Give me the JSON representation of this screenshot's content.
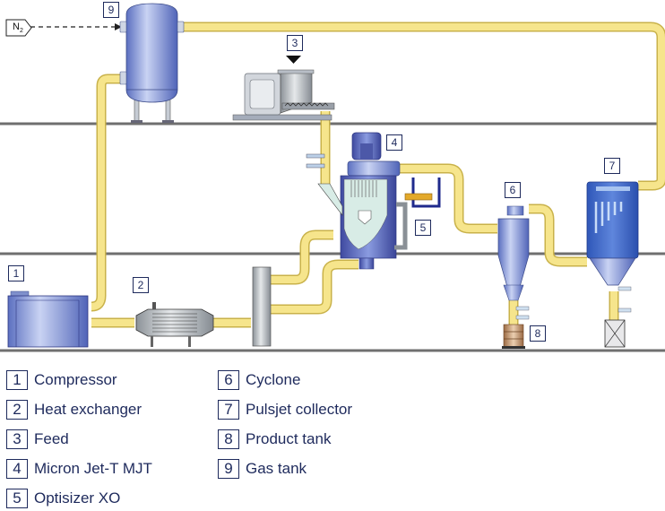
{
  "diagram": {
    "title": "Nitrogen closed-loop grinding system",
    "inlet": {
      "label": "N",
      "subscript": "2"
    },
    "tags": [
      "1",
      "2",
      "3",
      "4",
      "5",
      "6",
      "7",
      "8",
      "9"
    ]
  },
  "legend": {
    "items": [
      {
        "num": "1",
        "label": "Compressor"
      },
      {
        "num": "2",
        "label": "Heat exchanger"
      },
      {
        "num": "3",
        "label": "Feed"
      },
      {
        "num": "4",
        "label": "Micron Jet-T  MJT"
      },
      {
        "num": "5",
        "label": "Optisizer  XO"
      },
      {
        "num": "6",
        "label": "Cyclone"
      },
      {
        "num": "7",
        "label": "Pulsjet collector"
      },
      {
        "num": "8",
        "label": "Product tank"
      },
      {
        "num": "9",
        "label": "Gas tank"
      }
    ]
  },
  "colors": {
    "pipe": "#f6e58c",
    "pipe_edge": "#c9b24a",
    "equipment": "#7f93d6",
    "floor": "#6f6f6f",
    "label": "#1e2a5c"
  }
}
